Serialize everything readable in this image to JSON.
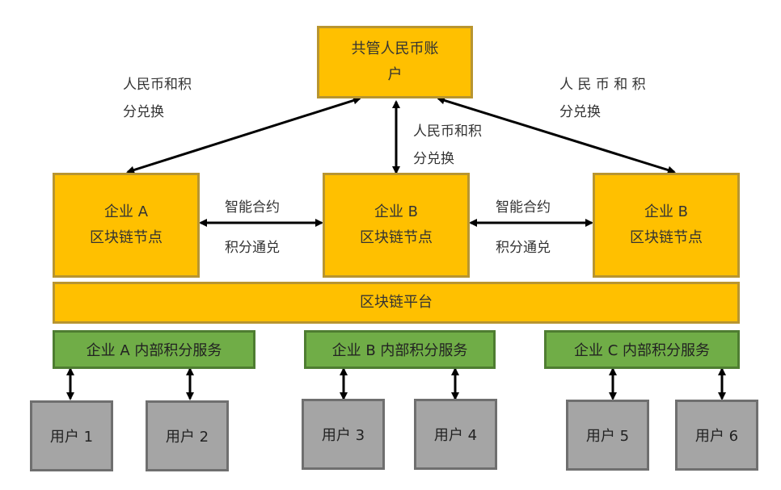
{
  "account": {
    "line1": "共管人民币账",
    "line2": "户"
  },
  "exchange_labels": [
    {
      "line1": "人民币和积",
      "line2": "分兑换"
    },
    {
      "line1": "人民币和积",
      "line2": "分兑换"
    },
    {
      "line1": "人 民 币 和 积",
      "line2": "分兑换"
    }
  ],
  "nodes": [
    {
      "line1": "企业 A",
      "line2": "区块链节点"
    },
    {
      "line1": "企业 B",
      "line2": "区块链节点"
    },
    {
      "line1": "企业 B",
      "line2": "区块链节点"
    }
  ],
  "contract_labels": [
    {
      "line1": "智能合约",
      "line2": "积分通兑"
    },
    {
      "line1": "智能合约",
      "line2": "积分通兑"
    }
  ],
  "platform": "区块链平台",
  "services": [
    "企业 A 内部积分服务",
    "企业 B 内部积分服务",
    "企业 C 内部积分服务"
  ],
  "users": [
    "用户 1",
    "用户 2",
    "用户 3",
    "用户 4",
    "用户 5",
    "用户 6"
  ]
}
